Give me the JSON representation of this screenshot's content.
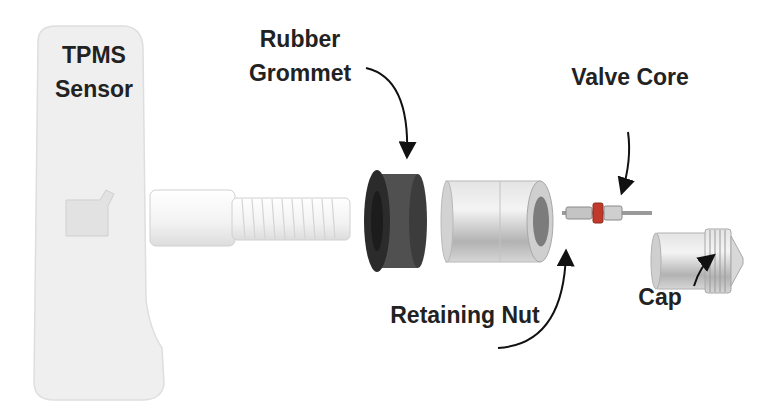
{
  "diagram": {
    "labels": [
      "TPMS Sensor",
      "Rubber Grommet",
      "Valve Core",
      "Retaining Nut",
      "Cap"
    ]
  }
}
